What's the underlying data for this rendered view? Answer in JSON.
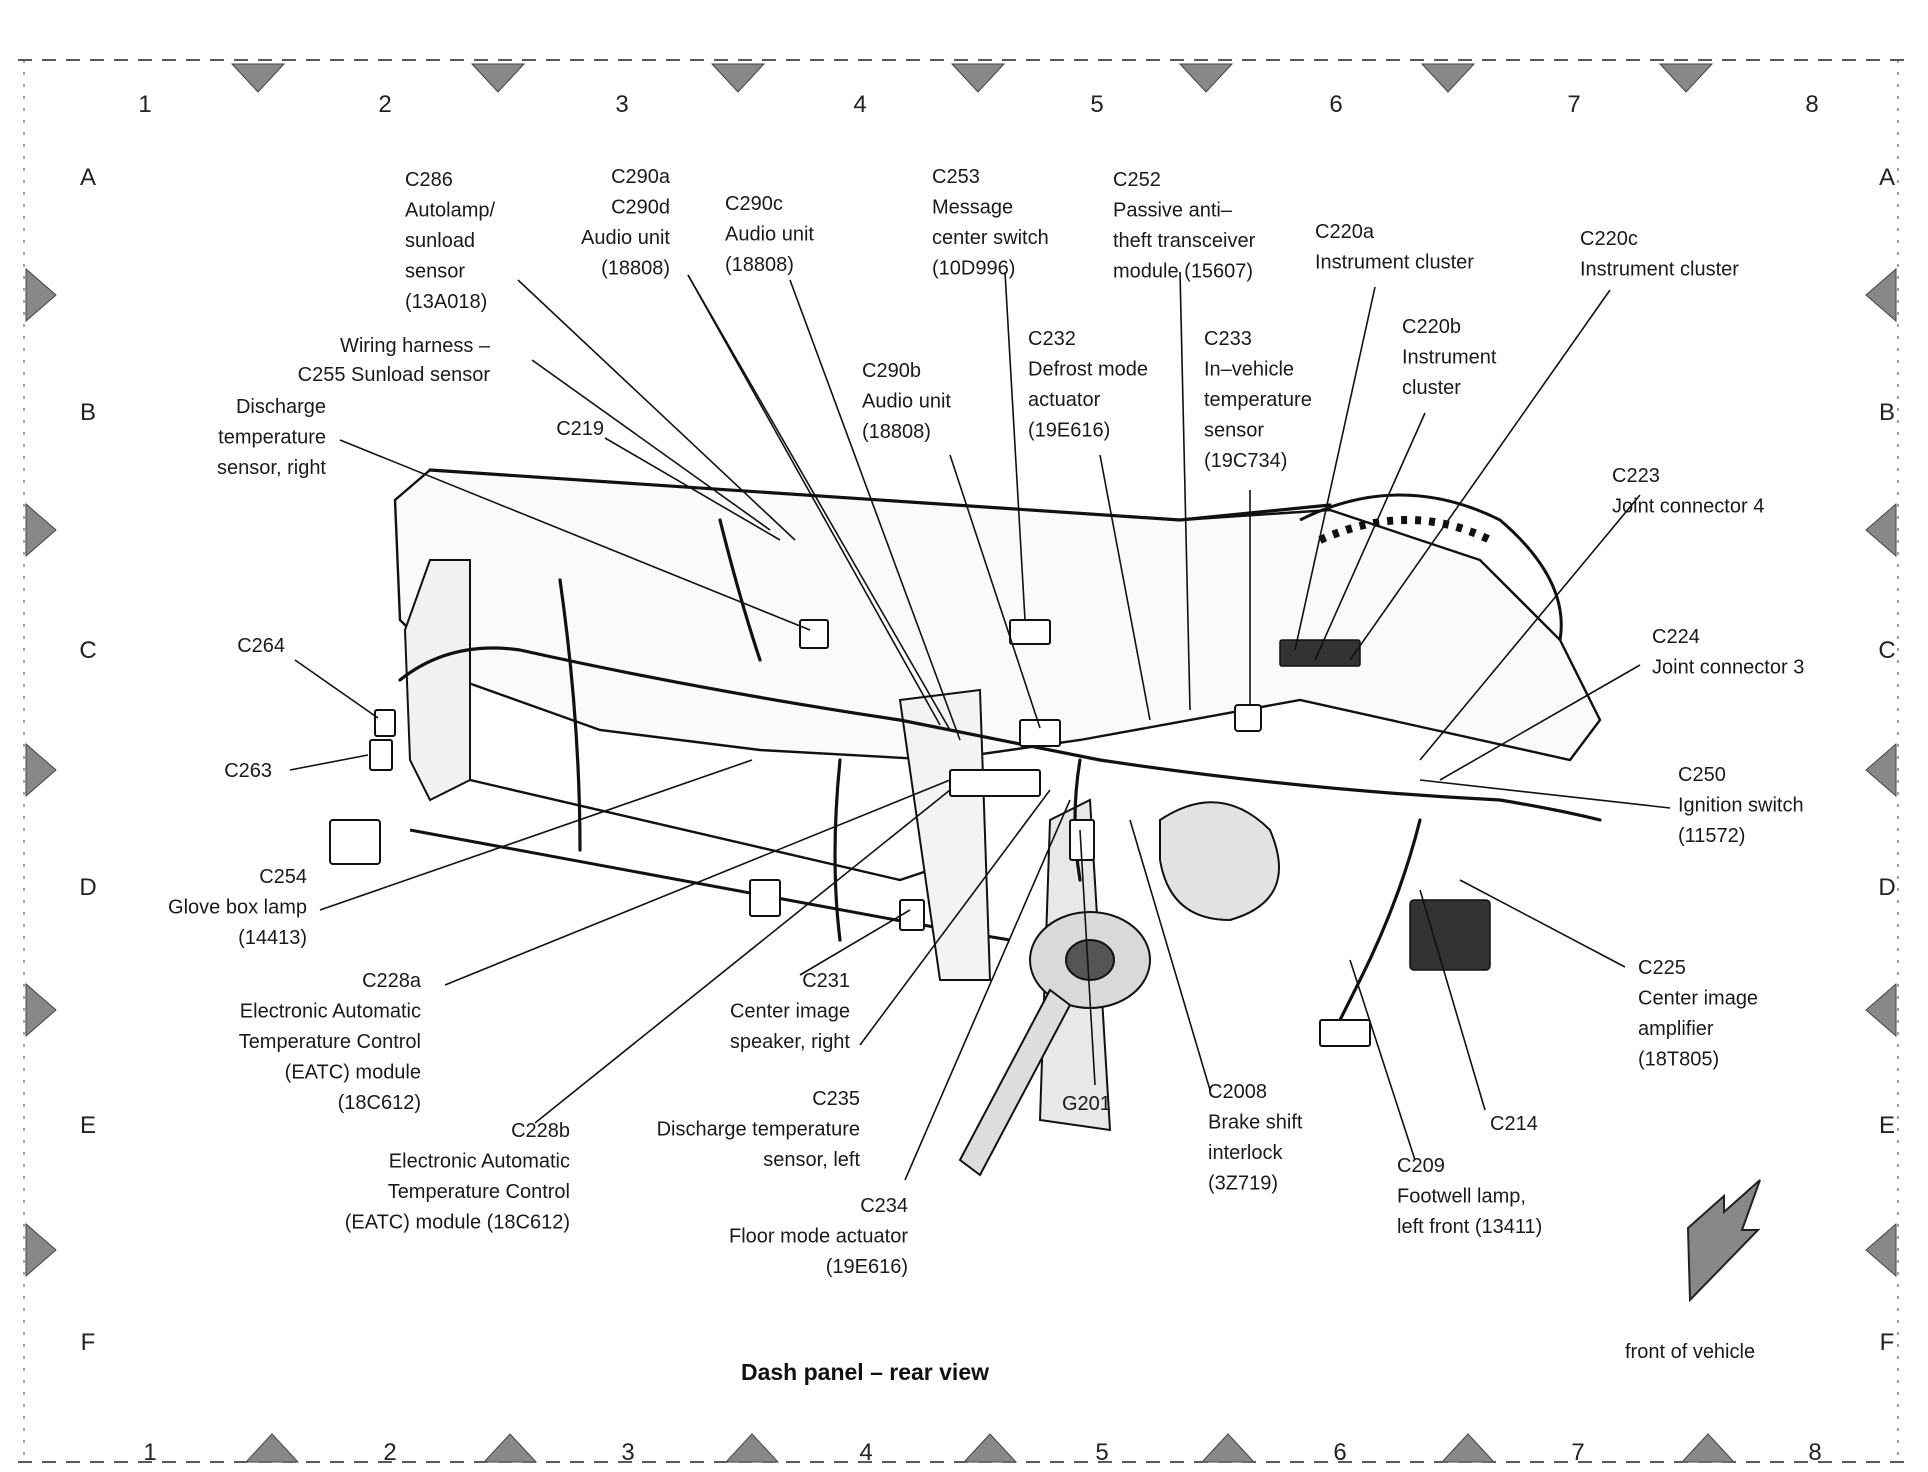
{
  "diagram": {
    "title": "Dash panel – rear view",
    "front_of_vehicle": "front of vehicle",
    "grid": {
      "columns": [
        "1",
        "2",
        "3",
        "4",
        "5",
        "6",
        "7",
        "8"
      ],
      "rows": [
        "A",
        "B",
        "C",
        "D",
        "E",
        "F"
      ]
    },
    "callouts": [
      {
        "id": "c286",
        "lines": [
          "C286",
          "Autolamp/",
          "sunload",
          "sensor",
          "(13A018)"
        ]
      },
      {
        "id": "c290a",
        "lines": [
          "C290a",
          "C290d",
          "Audio unit",
          "(18808)"
        ]
      },
      {
        "id": "c290c",
        "lines": [
          "C290c",
          "Audio unit",
          "(18808)"
        ]
      },
      {
        "id": "c253",
        "lines": [
          "C253",
          "Message",
          "center switch",
          "(10D996)"
        ]
      },
      {
        "id": "c252",
        "lines": [
          "C252",
          "Passive anti–",
          "theft transceiver",
          "module (15607)"
        ]
      },
      {
        "id": "c220a",
        "lines": [
          "C220a",
          "Instrument cluster"
        ]
      },
      {
        "id": "c220c",
        "lines": [
          "C220c",
          "Instrument cluster"
        ]
      },
      {
        "id": "wiring",
        "lines": [
          "Wiring harness –"
        ]
      },
      {
        "id": "c255",
        "lines": [
          "C255  Sunload sensor"
        ]
      },
      {
        "id": "discharge_right",
        "lines": [
          "Discharge",
          "temperature",
          "sensor, right"
        ]
      },
      {
        "id": "c219",
        "lines": [
          "C219"
        ]
      },
      {
        "id": "c290b",
        "lines": [
          "C290b",
          "Audio unit",
          "(18808)"
        ]
      },
      {
        "id": "c232",
        "lines": [
          "C232",
          "Defrost mode",
          "actuator",
          "(19E616)"
        ]
      },
      {
        "id": "c233",
        "lines": [
          "C233",
          "In–vehicle",
          "temperature",
          "sensor",
          "(19C734)"
        ]
      },
      {
        "id": "c220b",
        "lines": [
          "C220b",
          "Instrument",
          "cluster"
        ]
      },
      {
        "id": "c223",
        "lines": [
          "C223",
          "Joint connector 4"
        ]
      },
      {
        "id": "c224",
        "lines": [
          "C224",
          "Joint connector 3"
        ]
      },
      {
        "id": "c264",
        "lines": [
          "C264"
        ]
      },
      {
        "id": "c263",
        "lines": [
          "C263"
        ]
      },
      {
        "id": "c250",
        "lines": [
          "C250",
          "Ignition switch",
          "(11572)"
        ]
      },
      {
        "id": "c254",
        "lines": [
          "C254",
          "Glove box lamp",
          "(14413)"
        ]
      },
      {
        "id": "c228a",
        "lines": [
          "C228a",
          "Electronic Automatic",
          "Temperature Control",
          "(EATC) module",
          "(18C612)"
        ]
      },
      {
        "id": "c231",
        "lines": [
          "C231",
          "Center image",
          "speaker, right"
        ]
      },
      {
        "id": "c225",
        "lines": [
          "C225",
          "Center image",
          "amplifier",
          "(18T805)"
        ]
      },
      {
        "id": "c235",
        "lines": [
          "C235",
          "Discharge temperature",
          "sensor, left"
        ]
      },
      {
        "id": "g201",
        "lines": [
          "G201"
        ]
      },
      {
        "id": "c2008",
        "lines": [
          "C2008",
          "Brake shift",
          "interlock",
          "(3Z719)"
        ]
      },
      {
        "id": "c214",
        "lines": [
          "C214"
        ]
      },
      {
        "id": "c228b",
        "lines": [
          "C228b",
          "Electronic Automatic",
          "Temperature Control",
          "(EATC) module (18C612)"
        ]
      },
      {
        "id": "c209",
        "lines": [
          "C209",
          "Footwell lamp,",
          "left front (13411)"
        ]
      },
      {
        "id": "c234",
        "lines": [
          "C234",
          "Floor mode actuator",
          "(19E616)"
        ]
      }
    ]
  }
}
